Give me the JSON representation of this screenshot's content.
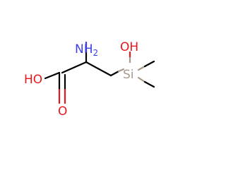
{
  "molecule": {
    "atoms": {
      "amine": {
        "label": "NH",
        "subscript": "2",
        "color": "#3f3fe6"
      },
      "acid_hydroxyl": {
        "label": "HO",
        "color": "#e8171b"
      },
      "carbonyl_oxygen": {
        "label": "O",
        "color": "#e8171b"
      },
      "silicon": {
        "label": "Si",
        "color": "#a89a8a"
      },
      "silanol": {
        "label": "OH",
        "color": "#e8171b"
      }
    },
    "bond_color": "#000000"
  }
}
